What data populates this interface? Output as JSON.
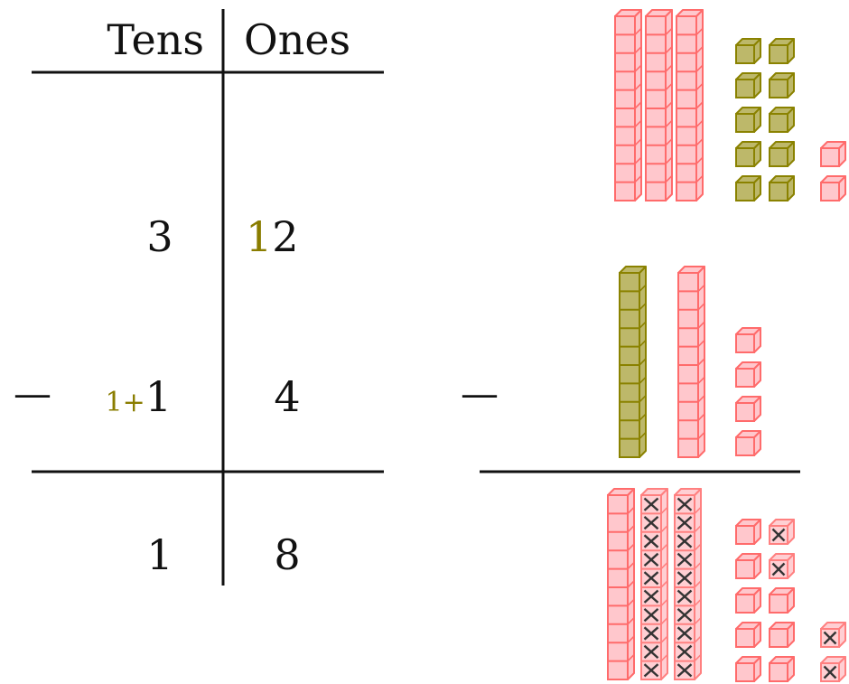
{
  "colors": {
    "ink": "#111111",
    "regroup": "#8a7d00",
    "answer": "#1565c0",
    "block_pink_fill": "#ffc7cc",
    "block_pink_stroke": "#ff6b6b",
    "block_olive_fill": "#bdb86a",
    "block_olive_stroke": "#8a8200",
    "cross_out": "#111111"
  },
  "place_value_chart": {
    "headers": {
      "tens": "Tens",
      "ones": "Ones"
    },
    "minuend": {
      "tens": "3",
      "ones_regroup_prefix": "1",
      "ones": "2"
    },
    "subtrahend": {
      "minus_sign": "—",
      "tens_regroup_prefix": "1+",
      "tens": "1",
      "ones": "4"
    },
    "difference": {
      "tens": "1",
      "ones": "8"
    }
  },
  "blocks": {
    "minus_sign": "—",
    "minuend": {
      "pink_rods": 3,
      "olive_units": 10,
      "pink_units": 2
    },
    "subtrahend": {
      "olive_rods": 1,
      "pink_rods": 1,
      "pink_units": 4
    },
    "result": {
      "rods": 3,
      "crossed_rods": 2,
      "units": 12,
      "crossed_units": 4
    },
    "icons": [
      "ten-rod-icon",
      "unit-cube-icon",
      "cross-out-icon"
    ]
  }
}
